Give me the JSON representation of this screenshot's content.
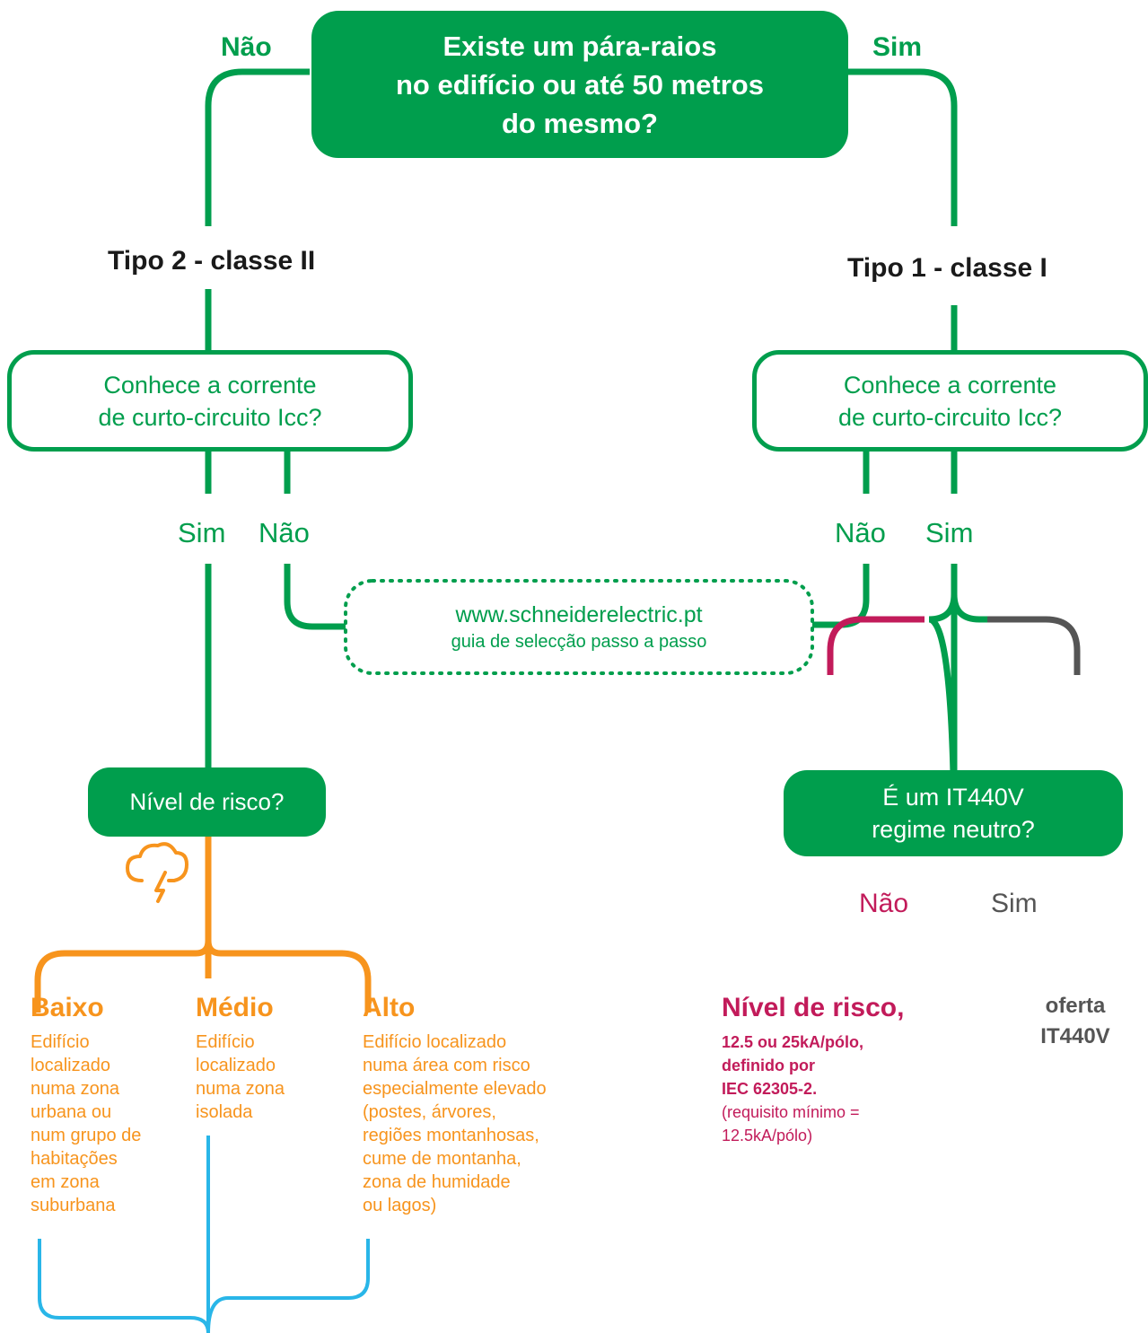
{
  "top_question": {
    "text": "Existe um pára-raios\nno edifício ou até 50 metros\ndo mesmo?"
  },
  "top_no": "Não",
  "top_yes": "Sim",
  "left_type": "Tipo 2 - classe II",
  "right_type": "Tipo 1 - classe I",
  "left_question": "Conhece a corrente\nde curto-circuito Icc?",
  "right_question": "Conhece a corrente\nde curto-circuito Icc?",
  "left_yes": "Sim",
  "left_no": "Não",
  "right_no": "Não",
  "right_yes": "Sim",
  "website": {
    "url": "www.schneiderelectric.pt",
    "caption": "guia de selecção passo a passo"
  },
  "risk_question": "Nível de risco?",
  "it_question": "É um IT440V\nregime neutro?",
  "it_no": "Não",
  "it_yes": "Sim",
  "risk_levels": [
    {
      "label": "Baixo",
      "description": "Edifício\nlocalizado\nnuma zona\nurbana ou\nnum grupo de\nhabitações\nem zona\nsuburbana"
    },
    {
      "label": "Médio",
      "description": "Edifício\nlocalizado\nnuma zona\nisolada"
    },
    {
      "label": "Alto",
      "description": "Edifício  localizado\nnuma área com risco\nespecialmente elevado\n(postes, árvores,\nregiões montanhosas,\ncume de montanha,\nzona de humidade\nou lagos)"
    }
  ],
  "risk_result": {
    "title": "Nível de risco,",
    "detail": "12.5 ou 25kA/pólo,\ndefinido por\nIEC 62305-2.",
    "note": " (requisito mínimo =\n 12.5kA/pólo)"
  },
  "offer": "oferta\nIT440V",
  "colors": {
    "green": "#009e4d",
    "orange": "#f7941d",
    "magenta": "#c21b5a",
    "grey": "#555555",
    "blue": "#29b6e8"
  }
}
